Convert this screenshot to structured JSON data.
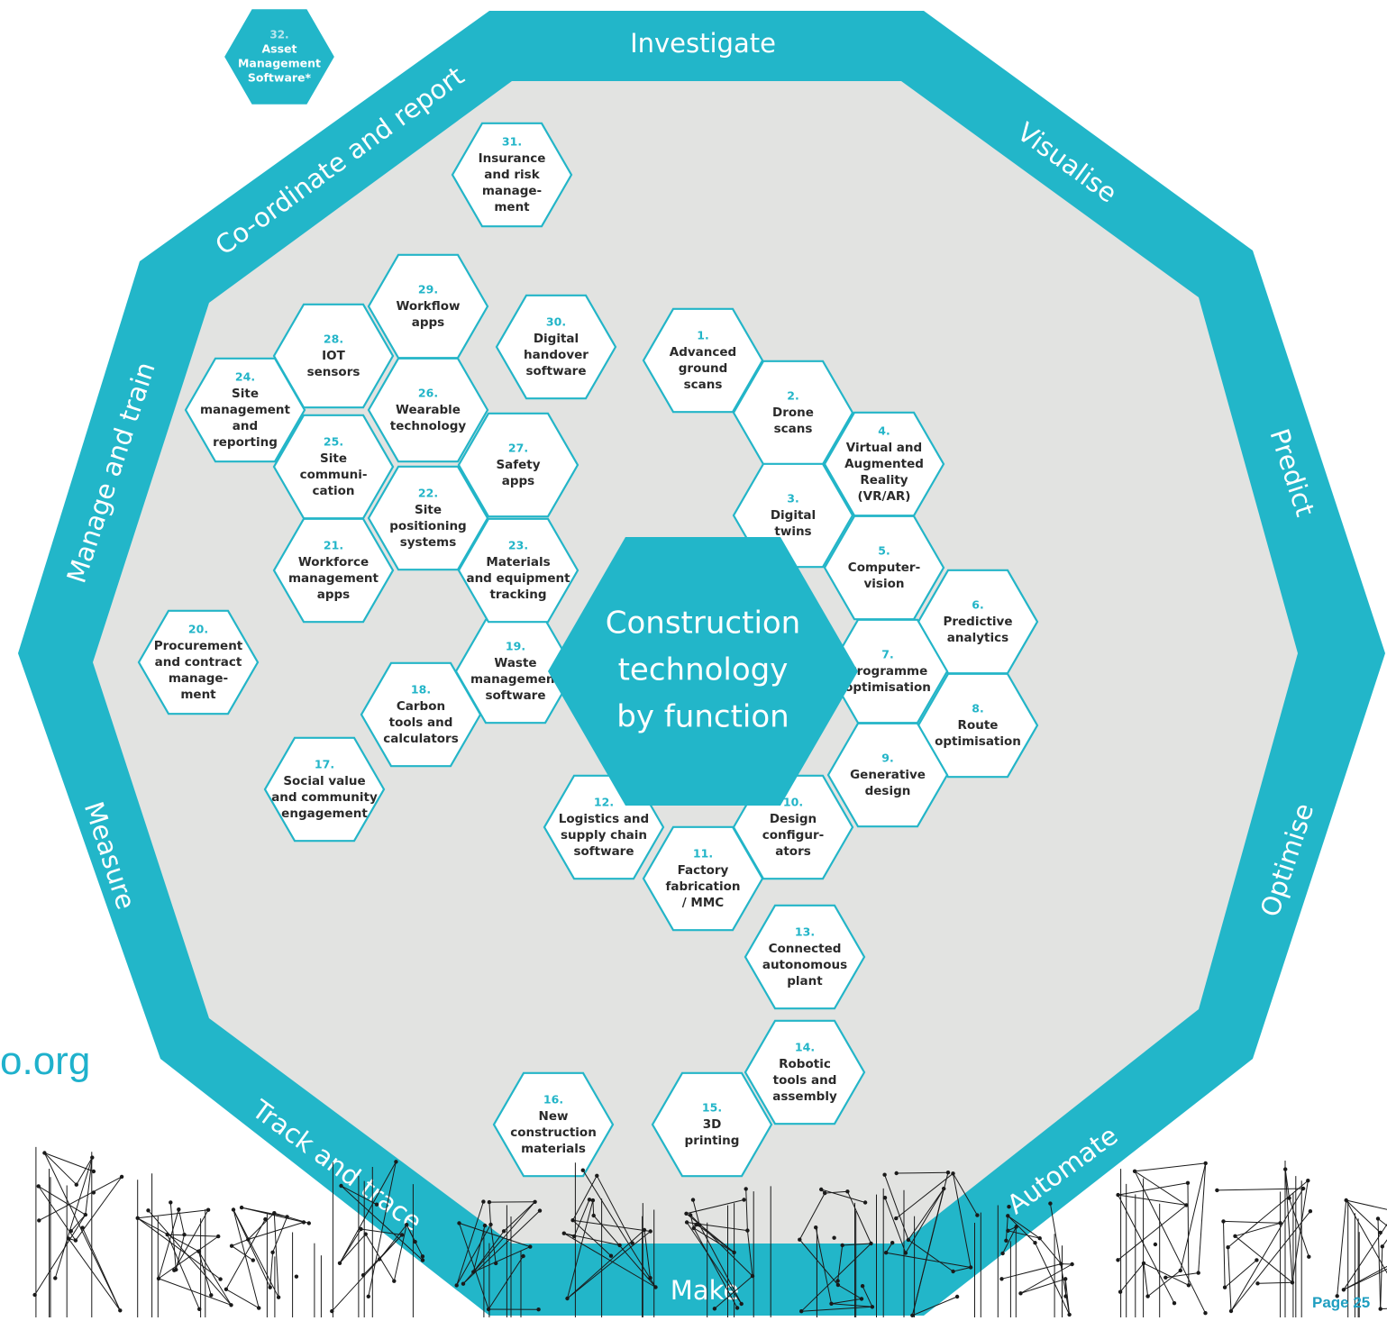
{
  "functions": [
    {
      "id": "investigate",
      "label": "Investigate"
    },
    {
      "id": "visualise",
      "label": "Visualise"
    },
    {
      "id": "predict",
      "label": "Predict"
    },
    {
      "id": "optimise",
      "label": "Optimise"
    },
    {
      "id": "automate",
      "label": "Automate"
    },
    {
      "id": "make",
      "label": "Make"
    },
    {
      "id": "track-and-trace",
      "label": "Track and trace"
    },
    {
      "id": "measure",
      "label": "Measure"
    },
    {
      "id": "manage-and-train",
      "label": "Manage and train"
    },
    {
      "id": "coordinate-and-report",
      "label": "Co-ordinate and report"
    }
  ],
  "center": {
    "lines": [
      "Construction",
      "technology",
      "by function"
    ]
  },
  "technologies": [
    {
      "num": "1.",
      "lines": [
        "Advanced",
        "ground",
        "scans"
      ]
    },
    {
      "num": "2.",
      "lines": [
        "Drone",
        "scans"
      ]
    },
    {
      "num": "3.",
      "lines": [
        "Digital",
        "twins"
      ]
    },
    {
      "num": "4.",
      "lines": [
        "Virtual and",
        "Augmented",
        "Reality",
        "(VR/AR)"
      ]
    },
    {
      "num": "5.",
      "lines": [
        "Computer-",
        "vision"
      ]
    },
    {
      "num": "6.",
      "lines": [
        "Predictive",
        "analytics"
      ]
    },
    {
      "num": "7.",
      "lines": [
        "Programme",
        "optimisation"
      ]
    },
    {
      "num": "8.",
      "lines": [
        "Route",
        "optimisation"
      ]
    },
    {
      "num": "9.",
      "lines": [
        "Generative",
        "design"
      ]
    },
    {
      "num": "10.",
      "lines": [
        "Design",
        "configur-",
        "ators"
      ]
    },
    {
      "num": "11.",
      "lines": [
        "Factory",
        "fabrication",
        "/ MMC"
      ]
    },
    {
      "num": "12.",
      "lines": [
        "Logistics and",
        "supply chain",
        "software"
      ]
    },
    {
      "num": "13.",
      "lines": [
        "Connected",
        "autonomous",
        "plant"
      ]
    },
    {
      "num": "14.",
      "lines": [
        "Robotic",
        "tools and",
        "assembly"
      ]
    },
    {
      "num": "15.",
      "lines": [
        "3D",
        "printing"
      ]
    },
    {
      "num": "16.",
      "lines": [
        "New",
        "construction",
        "materials"
      ]
    },
    {
      "num": "17.",
      "lines": [
        "Social value",
        "and community",
        "engagement"
      ]
    },
    {
      "num": "18.",
      "lines": [
        "Carbon",
        "tools and",
        "calculators"
      ]
    },
    {
      "num": "19.",
      "lines": [
        "Waste",
        "management",
        "software"
      ]
    },
    {
      "num": "20.",
      "lines": [
        "Procurement",
        "and contract",
        "manage-",
        "ment"
      ]
    },
    {
      "num": "21.",
      "lines": [
        "Workforce",
        "management",
        "apps"
      ]
    },
    {
      "num": "22.",
      "lines": [
        "Site",
        "positioning",
        "systems"
      ]
    },
    {
      "num": "23.",
      "lines": [
        "Materials",
        "and equipment",
        "tracking"
      ]
    },
    {
      "num": "24.",
      "lines": [
        "Site",
        "management",
        "and",
        "reporting"
      ]
    },
    {
      "num": "25.",
      "lines": [
        "Site",
        "communi-",
        "cation"
      ]
    },
    {
      "num": "26.",
      "lines": [
        "Wearable",
        "technology"
      ]
    },
    {
      "num": "27.",
      "lines": [
        "Safety",
        "apps"
      ]
    },
    {
      "num": "28.",
      "lines": [
        "IOT",
        "sensors"
      ]
    },
    {
      "num": "29.",
      "lines": [
        "Workflow",
        "apps"
      ]
    },
    {
      "num": "30.",
      "lines": [
        "Digital",
        "handover",
        "software"
      ]
    },
    {
      "num": "31.",
      "lines": [
        "Insurance",
        "and risk",
        "manage-",
        "ment"
      ]
    }
  ],
  "asset_hex": {
    "num": "32.",
    "lines": [
      "Asset",
      "Management",
      "Software*"
    ]
  },
  "footer": {
    "url_fragment": "o.org",
    "page": "Page 25"
  },
  "colors": {
    "ring": "#22b6c9",
    "inner": "#e2e3e1",
    "accent": "#23b5c8",
    "hex_fill": "#ffffff"
  }
}
